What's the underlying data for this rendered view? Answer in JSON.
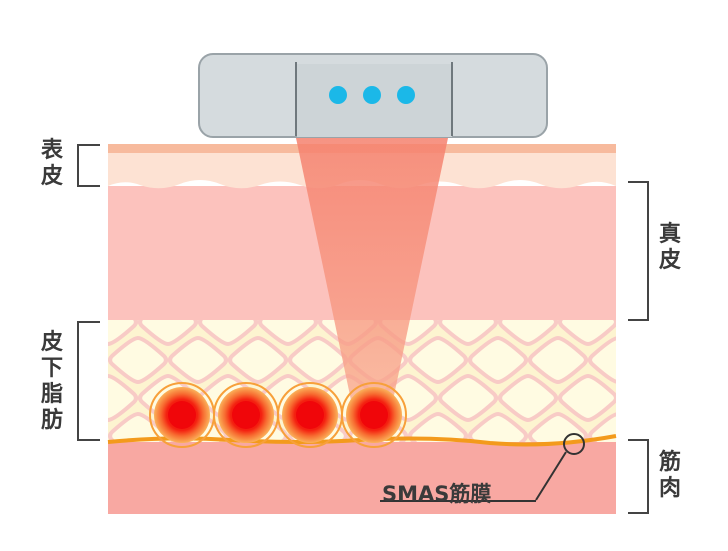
{
  "labels": {
    "epidermis": "表皮",
    "dermis": "真皮",
    "subcutaneous_fat": "皮下脂肪",
    "muscle": "筋肉",
    "smas": "SMAS筋膜"
  },
  "device": {
    "indicator_dots": 3,
    "dot_color": "#1bb8e8"
  },
  "colors": {
    "epidermis_top": "#f6b79a",
    "epidermis": "#fde1d2",
    "dermis": "#fcc0bc",
    "fat_bg": "#fdf6d5",
    "fat_cell": "#fffbe6",
    "fat_line": "#f7c9c6",
    "muscle": "#f8a7a0",
    "smas_line": "#f59b1f",
    "beam": "#f7887a",
    "focus_core": "#f20d08",
    "bracket": "#444444",
    "device_body": "#d4dadd",
    "device_center": "#ccd3d6"
  }
}
